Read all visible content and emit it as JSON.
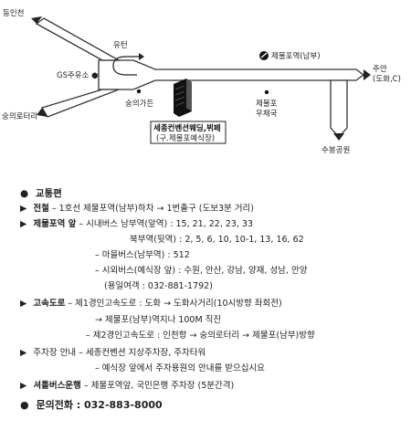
{
  "map": {
    "labels": {
      "dongincheon": "동인천",
      "yuteon": "유턴",
      "gs": "GS주유소 ●",
      "sungui_rotary": "숭의로터리",
      "sungui_garden": "숭의가든",
      "jemulpo_station": "제물포역(남부)",
      "juan_1": "주안",
      "juan_2": "(도화,C)",
      "jemulpo_post_1": "제물포",
      "jemulpo_post_2": "우체국",
      "subong_park": "수봉공원",
      "venue_1": "세종컨벤션웨딩,뷔페",
      "venue_2": "(구.제물포예식장)"
    }
  },
  "info": {
    "traffic_title": "교통편",
    "subway_head": "전철",
    "subway_text": " – 1호선 제물포역(남부)하차 → 1번출구 (도보3분 거리)",
    "station_head": "제물포역 앞",
    "station_text": " – 시내버스 남부역(앞역) : 15, 21, 22, 23, 33",
    "north_bus": "북부역(뒷역) : 2, 5, 6, 10, 10-1, 13, 16, 62",
    "village_bus": "– 마을버스(남부역) : 512",
    "intercity_bus": "– 시외버스(예식장 앞) : 수원, 안산, 강남, 양재, 성남, 안양",
    "reservation": "(용일여객 : 032-881-1792)",
    "highway_head": "고속도로",
    "highway1": " – 제1경인고속도로 : 도화 → 도화사거리(10시방향 좌회전)",
    "highway1b": "→ 제물포(남부)역지나 100M 직진",
    "highway2": "– 제2경인고속도로 : 인천항 → 숭의로터리 → 제물포(남부)방향",
    "parking1": "주차장 안내 – 세종컨벤션 지상주차장, 주차타워",
    "parking2": "– 예식장 앞에서 주차용원의 안내를 받으십시요",
    "shuttle_head": "셔틀버스운행",
    "shuttle_text": " – 제물포역앞, 국민은행 주차장 (5분간격)",
    "contact_label": "문의전화 : 032-883-8000",
    "bullet": "●",
    "arrow": "▶"
  }
}
